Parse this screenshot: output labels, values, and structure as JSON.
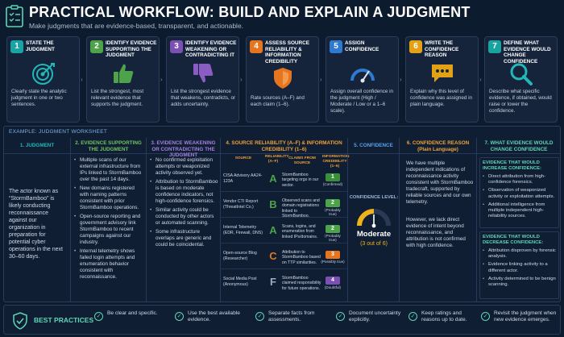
{
  "header": {
    "title": "PRACTICAL WORKFLOW: BUILD AND EXPLAIN A JUDGMENT",
    "subtitle": "Make judgments that are evidence-based, transparent, and actionable."
  },
  "colors": {
    "step1": "#18a3a7",
    "step2": "#4ea24a",
    "step3": "#7c4fb3",
    "step4": "#e5751f",
    "step5": "#2f7ad1",
    "step6": "#e3a216",
    "step7": "#19a3a0"
  },
  "steps": [
    {
      "num": "1",
      "title": "STATE THE JUDGMENT",
      "icon": "target-icon",
      "desc": "Clearly state the analytic judgment in one or two sentences."
    },
    {
      "num": "2",
      "title": "IDENTIFY EVIDENCE SUPPORTING THE JUDGMENT",
      "icon": "thumbs-up-icon",
      "desc": "List the strongest, most relevant evidence that supports the judgment."
    },
    {
      "num": "3",
      "title": "IDENTIFY EVIDENCE WEAKENING OR CONTRADICTING IT",
      "icon": "thumbs-down-icon",
      "desc": "List the strongest evidence that weakens, contradicts, or adds uncertainty."
    },
    {
      "num": "4",
      "title": "ASSESS SOURCE RELIABILITY & INFORMATION CREDIBILITY",
      "icon": "shield-icon",
      "desc": "Rate sources (A–F) and each claim (1–6)."
    },
    {
      "num": "5",
      "title": "ASSIGN CONFIDENCE",
      "icon": "gauge-icon",
      "desc": "Assign overall confidence in the judgment (High / Moderate / Low or a 1–6 scale)."
    },
    {
      "num": "6",
      "title": "WRITE THE CONFIDENCE REASON",
      "icon": "speech-bubble-icon",
      "desc": "Explain why this level of confidence was assigned in plain language."
    },
    {
      "num": "7",
      "title": "DEFINE WHAT EVIDENCE WOULD CHANGE CONFIDENCE",
      "icon": "search-icon",
      "desc": "Describe what specific evidence, if obtained, would raise or lower the confidence."
    }
  ],
  "worksheet": {
    "label": "EXAMPLE: JUDGMENT WORKSHEET",
    "col1": {
      "head": "1. JUDGMENT",
      "text": "The actor known as “StormBamboo” is likely conducting reconnaissance against our organization in preparation for potential cyber operations in the next 30–60 days."
    },
    "col2": {
      "head": "2. EVIDENCE SUPPORTING THE JUDGMENT",
      "items": [
        "Multiple scans of our external infrastructure from IPs linked to StormBamboo over the past 14 days.",
        "New domains registered with naming patterns consistent with prior StormBamboo operations.",
        "Open-source reporting and government advisory link StormBamboo to recent campaigns against our industry.",
        "Internal telemetry shows failed login attempts and enumeration behavior consistent with reconnaissance."
      ]
    },
    "col3": {
      "head": "3. EVIDENCE WEAKENING OR CONTRADICTING THE JUDGMENT",
      "items": [
        "No confirmed exploitation attempts or weaponized activity observed yet.",
        "Attribution to StormBamboo is based on moderate confidence indicators, not high-confidence forensics.",
        "Similar activity could be conducted by other actors or automated scanning.",
        "Some infrastructure overlaps are generic and could be coincidental."
      ]
    },
    "col4": {
      "head": "4. SOURCE RELIABILITY (A–F) & INFORMATION CREDIBILITY (1–6)",
      "sub_source": "SOURCE",
      "sub_rel": "RELIABILITY (A–F)",
      "sub_claims": "CLAIMS FROM SOURCE",
      "sub_cred": "INFORMATION CREDIBILITY (1–6)",
      "rows": [
        {
          "source": "CISA Advisory AA24-123A",
          "rel": "A",
          "claim": "StormBamboo targeting orgs in our sector.",
          "cred": "1",
          "cred_label": "(Confirmed)"
        },
        {
          "source": "Vendor CTI Report (ThreatIntel Co.)",
          "rel": "B",
          "claim": "Observed scans and domain registrations linked to StormBamboo.",
          "cred": "2",
          "cred_label": "(Probably true)"
        },
        {
          "source": "Internal Telemetry (EDR, Firewall, DNS)",
          "rel": "A",
          "claim": "Scans, logins, and enumeration from linked IPs/domains.",
          "cred": "2",
          "cred_label": "(Probably true)"
        },
        {
          "source": "Open-source Blog (Researcher)",
          "rel": "C",
          "claim": "Attribution to StormBamboo based on TTP similarities.",
          "cred": "3",
          "cred_label": "(Possibly true)"
        },
        {
          "source": "Social Media Post (Anonymous)",
          "rel": "F",
          "claim": "StormBamboo claimed responsibility for future operations.",
          "cred": "4",
          "cred_label": "(Doubtful)"
        }
      ]
    },
    "col5": {
      "head": "5. CONFIDENCE",
      "level_label": "CONFIDENCE LEVEL:",
      "level": "Moderate",
      "scale": "(3 out of 6)",
      "value": 3,
      "max": 6
    },
    "col6": {
      "head": "6. CONFIDENCE REASON",
      "head2": "(Plain Language)",
      "p1": "We have multiple independent indications of reconnaissance activity consistent with StormBamboo tradecraft, supported by reliable sources and our own telemetry.",
      "p2": "However, we lack direct evidence of intent beyond reconnaissance, and attribution is not confirmed with high confidence."
    },
    "col7": {
      "head": "7. WHAT EVIDENCE WOULD CHANGE CONFIDENCE",
      "inc_head": "EVIDENCE THAT WOULD INCREASE CONFIDENCE:",
      "inc": [
        "Direct attribution from high-confidence forensics.",
        "Observation of weaponized activity or exploitation attempts.",
        "Additional intelligence from multiple independent high-reliability sources."
      ],
      "dec_head": "EVIDENCE THAT WOULD DECREASE CONFIDENCE:",
      "dec": [
        "Attribution disproven by forensic analysis.",
        "Evidence linking activity to a different actor.",
        "Activity determined to be benign scanning."
      ]
    }
  },
  "best": {
    "title": "BEST PRACTICES",
    "items": [
      "Be clear and specific.",
      "Use the best available evidence.",
      "Separate facts from assessments.",
      "Document uncertainty explicitly.",
      "Keep ratings and reasons up to date.",
      "Revisit the judgment when new evidence emerges."
    ]
  }
}
